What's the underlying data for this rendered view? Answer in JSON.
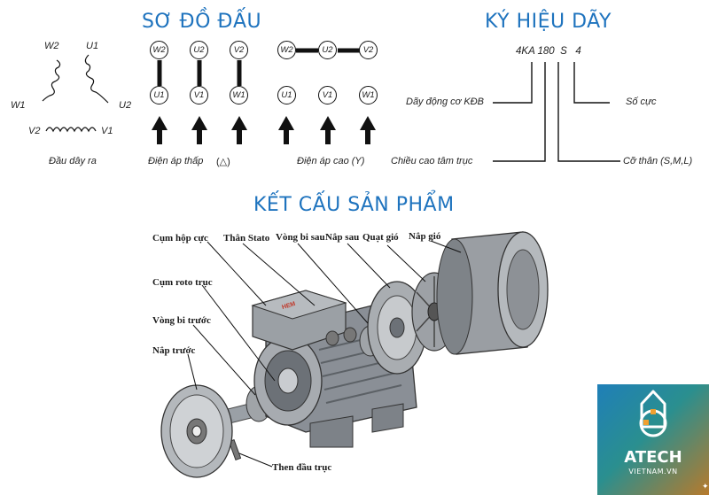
{
  "titles": {
    "wiring": "SƠ ĐỒ ĐẤU",
    "designation": "KÝ HIỆU DÃY",
    "structure": "KẾT CẤU SẢN PHẨM"
  },
  "winding": {
    "labels": [
      "W2",
      "U1",
      "W1",
      "U2",
      "V2",
      "V1"
    ],
    "caption": "Đầu dây ra"
  },
  "low_voltage": {
    "top": [
      "W2",
      "U2",
      "V2"
    ],
    "bottom": [
      "U1",
      "V1",
      "W1"
    ],
    "caption": "Điện áp thấp",
    "symbol": "(△)"
  },
  "high_voltage": {
    "top": [
      "W2",
      "U2",
      "V2"
    ],
    "bottom": [
      "U1",
      "V1",
      "W1"
    ],
    "caption": "Điện áp cao (Y)"
  },
  "designation": {
    "code": "4KA 180  S   4",
    "labels": {
      "motor_type": "Dãy động cơ KĐB",
      "poles": "Số cực",
      "shaft_height": "Chiều cao tâm trục",
      "frame_size": "Cỡ thân (S,M,L)"
    }
  },
  "parts": {
    "terminal_box": "Cụm hộp cực",
    "stator_frame": "Thân Stato",
    "rear_bearing": "Vòng bi sau",
    "rear_cover": "Nắp sau",
    "fan": "Quạt gió",
    "fan_cover": "Nắp gió",
    "rotor_shaft": "Cụm roto trục",
    "front_bearing": "Vòng bi trước",
    "front_cover": "Nắp trước",
    "shaft_key": "Then đầu trục"
  },
  "brand": {
    "name": "ATECH",
    "domain": "VIETNAM.VN",
    "nameplate": "HEM"
  },
  "colors": {
    "title_blue": "#1e73be",
    "motor_grey": "#8a8f96",
    "logo_gradient_start": "#1f7fb8",
    "logo_gradient_end": "#b77a2c"
  }
}
